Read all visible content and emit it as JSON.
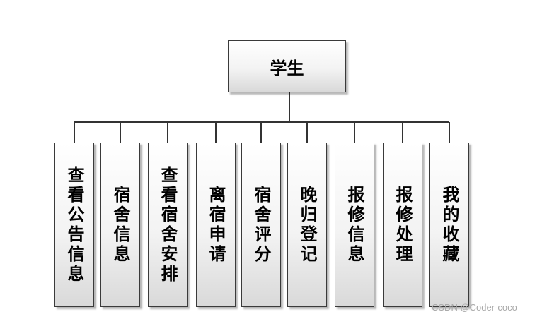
{
  "diagram": {
    "root": "学生",
    "children": [
      "查看公告信息",
      "宿舍信息",
      "查看宿舍安排",
      "离宿申请",
      "宿舍评分",
      "晚归登记",
      "报修信息",
      "报修处理",
      "我的收藏"
    ]
  },
  "watermark": "CSDN @Coder-coco"
}
